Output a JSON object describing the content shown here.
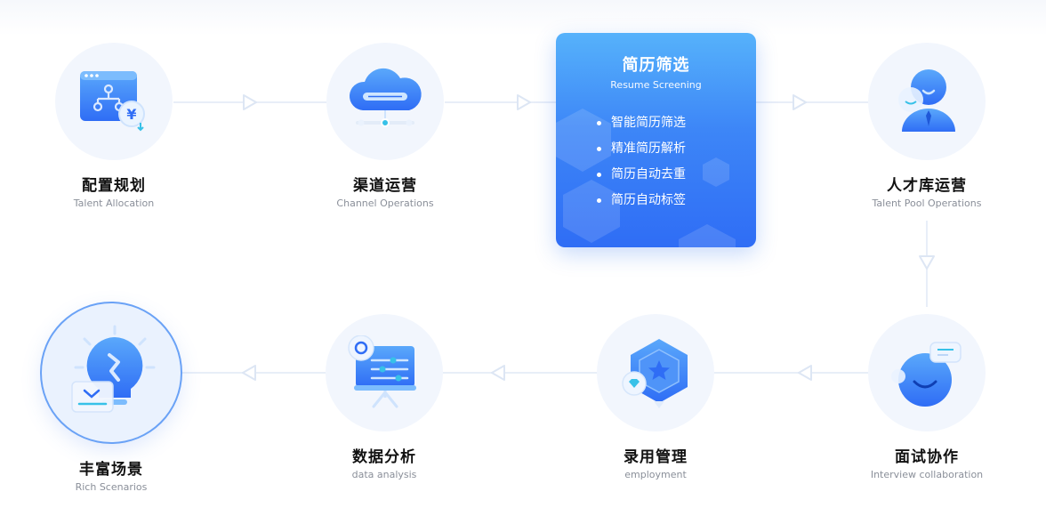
{
  "steps": [
    {
      "title": "配置规划",
      "subtitle": "Talent Allocation",
      "icon": "org-chart-yen-icon"
    },
    {
      "title": "渠道运营",
      "subtitle": "Channel Operations",
      "icon": "cloud-network-icon"
    },
    {
      "title": "人才库运营",
      "subtitle": "Talent Pool Operations",
      "icon": "user-profile-icon"
    },
    {
      "title": "面试协作",
      "subtitle": "Interview collaboration",
      "icon": "chat-face-icon"
    },
    {
      "title": "录用管理",
      "subtitle": "employment",
      "icon": "badge-star-icon"
    },
    {
      "title": "数据分析",
      "subtitle": "data analysis",
      "icon": "presentation-board-icon"
    },
    {
      "title": "丰富场景",
      "subtitle": "Rich Scenarios",
      "icon": "lightbulb-icon"
    }
  ],
  "active_card": {
    "title": "简历筛选",
    "subtitle": "Resume Screening",
    "items": [
      "智能简历筛选",
      "精准简历解析",
      "简历自动去重",
      "简历自动标签"
    ]
  },
  "colors": {
    "accent": "#3d86f7",
    "card_top": "#56b2fb",
    "card_bottom": "#2f6df5",
    "circle_bg": "#f2f6fd",
    "connector": "#e8eef8"
  }
}
